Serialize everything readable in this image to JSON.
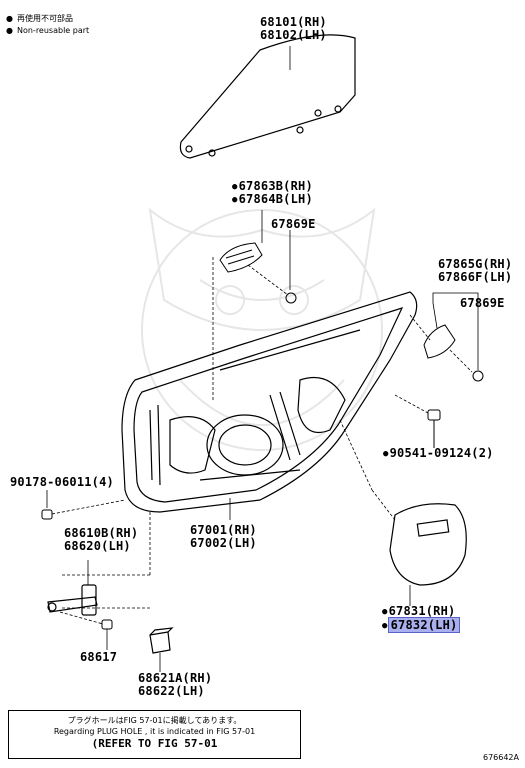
{
  "legend": {
    "non_reusable_jp": "再使用不可部品",
    "non_reusable_en": "Non-reusable part"
  },
  "parts": {
    "p68101": "68101(RH)",
    "p68102": "68102(LH)",
    "p67863b": "67863B(RH)",
    "p67864b": "67864B(LH)",
    "p67869e_a": "67869E",
    "p67865g": "67865G(RH)",
    "p67866f": "67866F(LH)",
    "p67869e_b": "67869E",
    "p90541": "90541-09124(2)",
    "p90178": "90178-06011(4)",
    "p68610b": "68610B(RH)",
    "p68620": "68620(LH)",
    "p67001": "67001(RH)",
    "p67002": "67002(LH)",
    "p67831": "67831(RH)",
    "p67832": "67832(LH)",
    "p68617": "68617",
    "p68621a": "68621A(RH)",
    "p68622": "68622(LH)"
  },
  "note": {
    "line_jp": "プラグホールはFIG 57-01に掲載してあります。",
    "line_en": "Regarding  PLUG HOLE , it is indicated in FIG  57-01",
    "line_ref": "(REFER TO FIG 57-01"
  },
  "figure_id": "676642A",
  "colors": {
    "highlight": "#aab0ee",
    "line": "#000000",
    "watermark": "#e8e8e8"
  }
}
